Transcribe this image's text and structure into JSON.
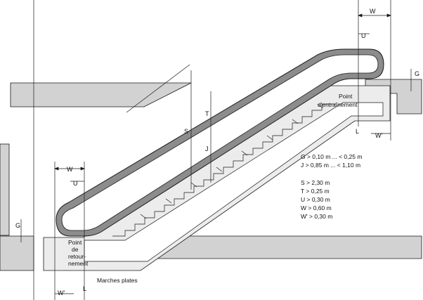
{
  "labels": {
    "W": "W",
    "U": "U",
    "G": "G",
    "S": "S",
    "T": "T",
    "J": "J",
    "L": "L",
    "W_prime": "W'",
    "drive_point": [
      "Point",
      "d'entraînement"
    ],
    "return_point": [
      "Point",
      "de",
      "retour-",
      "nement"
    ],
    "flat_steps": "Marches plates"
  },
  "specs": {
    "group1": [
      "G > 0,10 m ... < 0,25 m",
      "J > 0,85 m ... < 1,10 m"
    ],
    "group2": [
      "S > 2,30 m",
      "T > 0,25 m",
      "U > 0,30 m",
      "W > 0,60 m",
      "W' > 0,30 m"
    ]
  },
  "colors": {
    "slab": "#d2d2d2",
    "handrail": "#8c8c8c",
    "line": "#1a1a1a"
  }
}
